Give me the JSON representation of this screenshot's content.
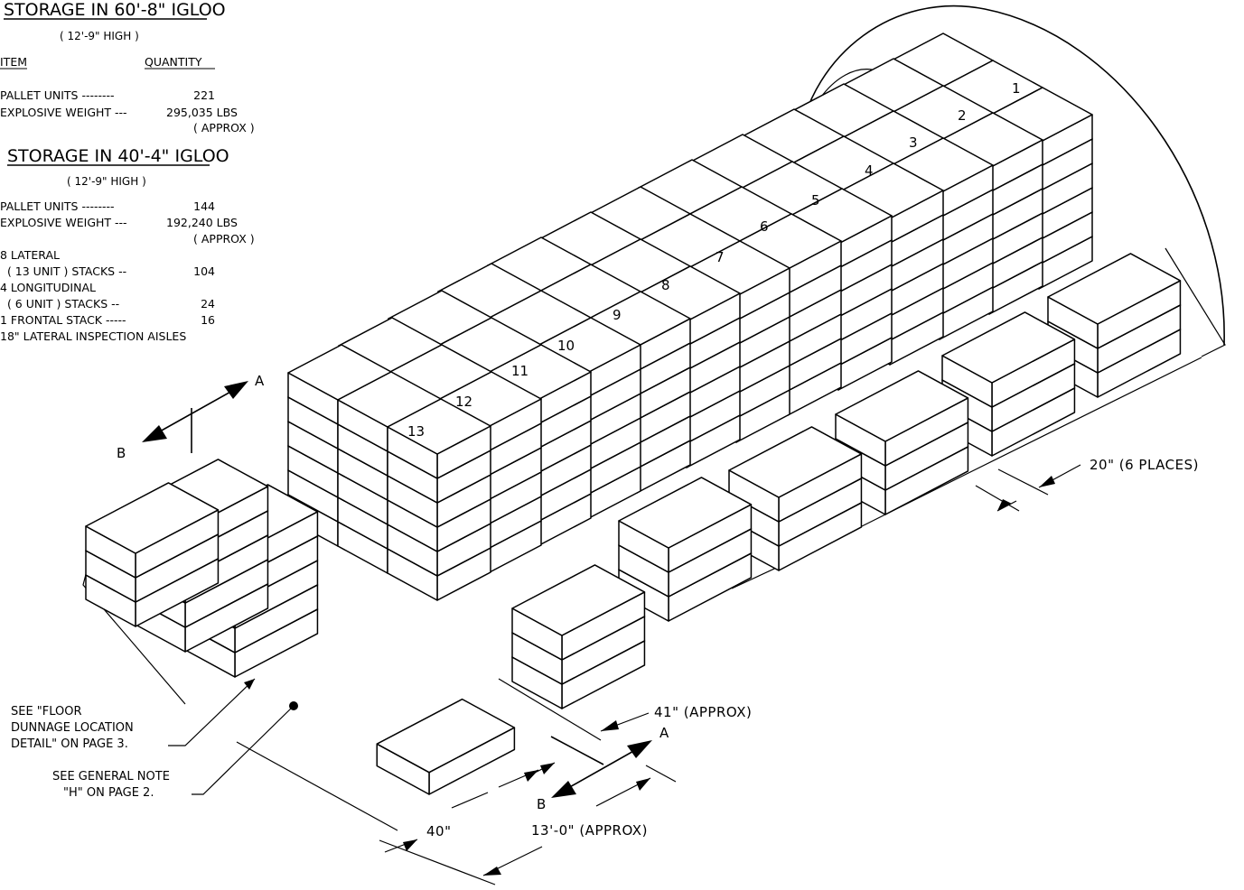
{
  "table_60": {
    "title": "STORAGE IN 60'-8\" IGLOO",
    "height_note": "( 12'-9\" HIGH )",
    "col_item": "ITEM",
    "col_quantity": "QUANTITY",
    "rows": [
      {
        "item": "PALLET UNITS --------",
        "qty": "221"
      },
      {
        "item": "EXPLOSIVE WEIGHT ---",
        "qty": "295,035 LBS"
      }
    ],
    "approx": "( APPROX )"
  },
  "table_40": {
    "title": "STORAGE IN 40'-4\" IGLOO",
    "height_note": "( 12'-9\" HIGH )",
    "rows": [
      {
        "item": "PALLET UNITS --------",
        "qty": "144"
      },
      {
        "item": "EXPLOSIVE WEIGHT ---",
        "qty": "192,240 LBS"
      }
    ],
    "approx": "( APPROX )",
    "notes": [
      {
        "item": "8 LATERAL",
        "qty": ""
      },
      {
        "item": "  ( 13 UNIT ) STACKS --",
        "qty": "104"
      },
      {
        "item": "4 LONGITUDINAL",
        "qty": ""
      },
      {
        "item": "  ( 6 UNIT ) STACKS --",
        "qty": "24"
      },
      {
        "item": "1 FRONTAL STACK -----",
        "qty": "16"
      },
      {
        "item": "18\" LATERAL INSPECTION AISLES",
        "qty": ""
      }
    ]
  },
  "stack_numbers": [
    "1",
    "2",
    "3",
    "4",
    "5",
    "6",
    "7",
    "8",
    "9",
    "10",
    "11",
    "12",
    "13"
  ],
  "section_marks": {
    "a_top": "A",
    "b_top": "B",
    "a_bottom": "A",
    "b_bottom": "B"
  },
  "dimensions": {
    "spacing": "20\" (6 PLACES)",
    "aisle": "41\" (APPROX)",
    "pallet": "40\"",
    "length": "13'-0\" (APPROX)"
  },
  "callouts": {
    "dunnage": [
      "SEE \"FLOOR",
      "DUNNAGE LOCATION",
      "DETAIL\" ON PAGE 3."
    ],
    "general_note": [
      "SEE GENERAL NOTE",
      "\"H\" ON PAGE 2."
    ]
  }
}
